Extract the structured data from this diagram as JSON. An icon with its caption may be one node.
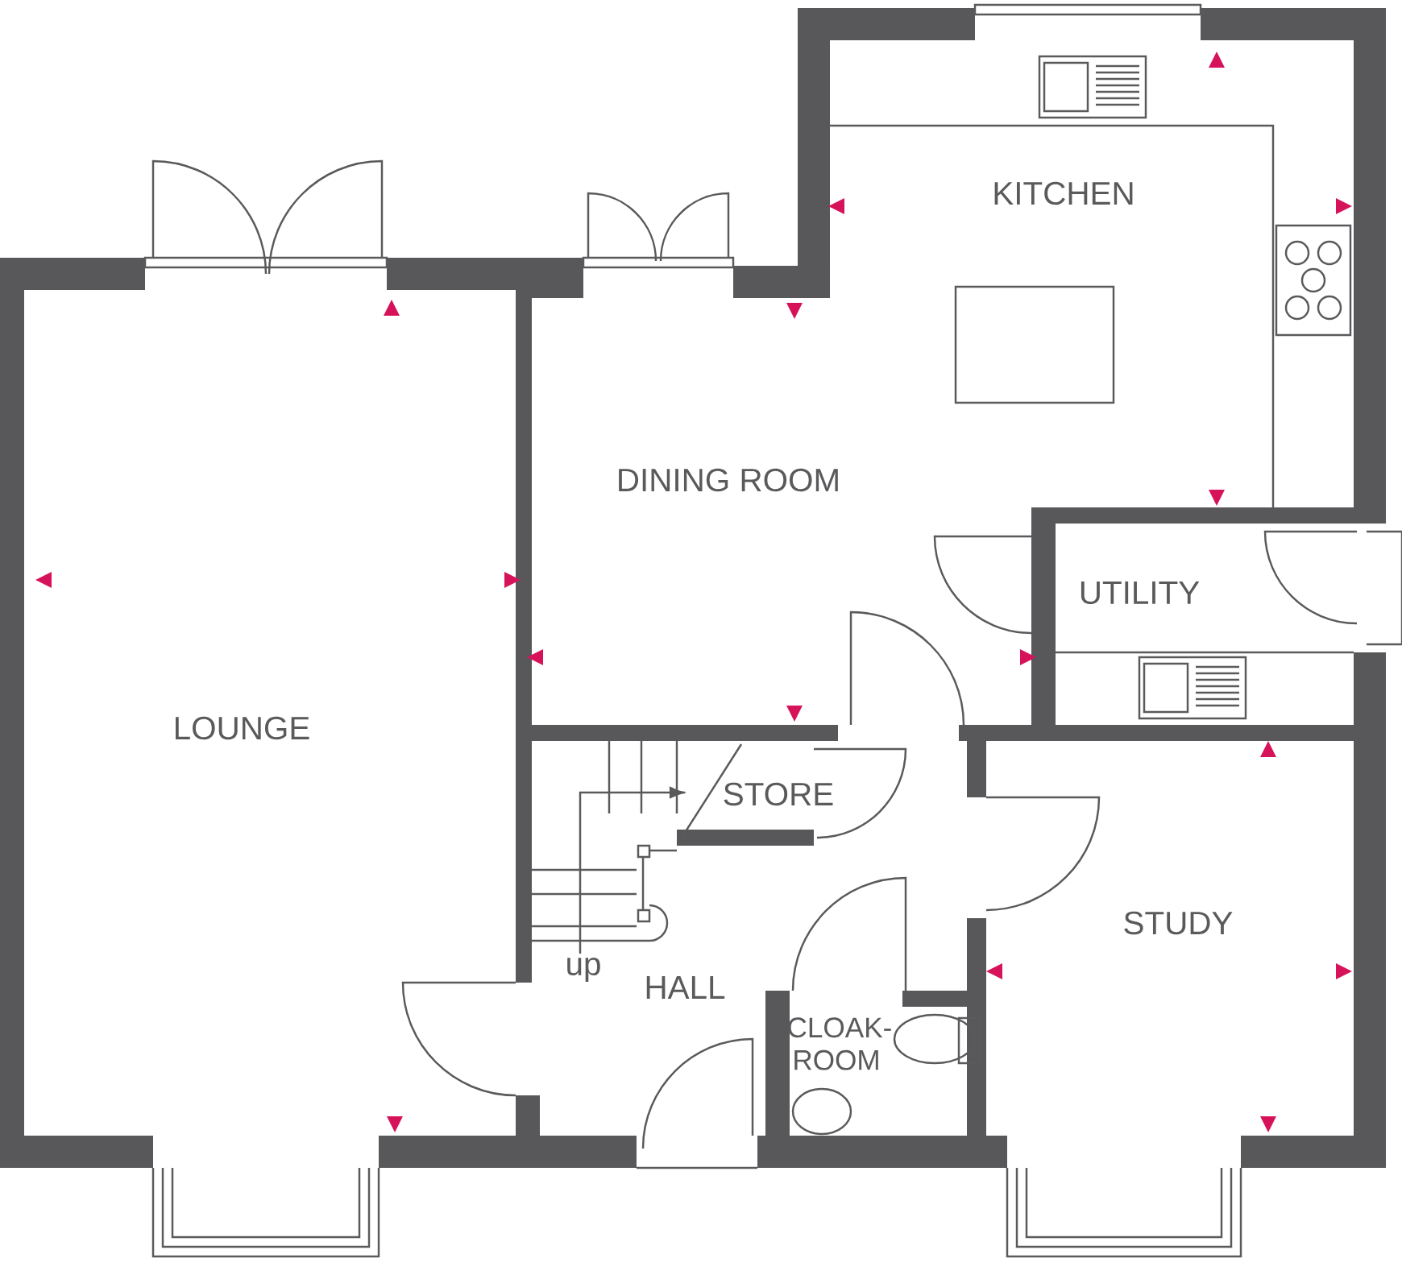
{
  "diagram": {
    "labels": [
      "KITCHEN",
      "DINING ROOM",
      "LOUNGE",
      "UTILITY",
      "STORE",
      "STUDY",
      "up",
      "HALL",
      "CLOAK-ROOM"
    ]
  }
}
